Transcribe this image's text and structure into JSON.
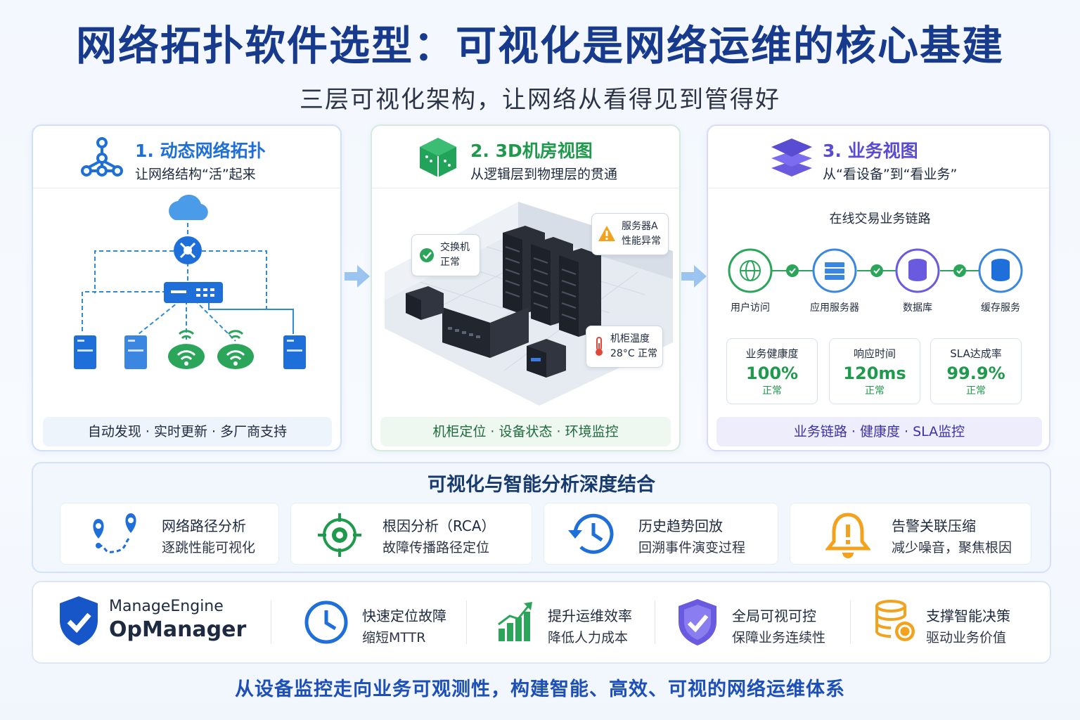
{
  "header": {
    "title": "网络拓扑软件选型：可视化是网络运维的核心基建",
    "subtitle": "三层可视化架构，让网络从看得见到管得好"
  },
  "colors": {
    "primary_blue": "#1e6fd9",
    "green": "#1f9a4c",
    "purple": "#5a4bd3",
    "title_navy": "#173a8c"
  },
  "panel1": {
    "title": "1. 动态网络拓扑",
    "subtitle": "让网络结构“活”起来",
    "icon": "topology-icon",
    "footer": "自动发现 · 实时更新 · 多厂商支持"
  },
  "panel2": {
    "title": "2. 3D机房视图",
    "subtitle": "从逻辑层到物理层的贯通",
    "icon": "cube-icon",
    "callout_switch": {
      "line1": "交换机",
      "line2": "正常"
    },
    "callout_server": {
      "line1": "服务器A",
      "line2": "性能异常"
    },
    "callout_temp": {
      "line1": "机柜温度",
      "line2": "28°C 正常"
    },
    "footer": "机柜定位 · 设备状态 · 环境监控"
  },
  "panel3": {
    "title": "3. 业务视图",
    "subtitle": "从“看设备”到“看业务”",
    "icon": "layers-icon",
    "chain_title": "在线交易业务链路",
    "nodes": [
      {
        "label": "用户访问",
        "icon": "globe-icon"
      },
      {
        "label": "应用服务器",
        "icon": "server-icon"
      },
      {
        "label": "数据库",
        "icon": "database-icon"
      },
      {
        "label": "缓存服务",
        "icon": "cache-icon"
      }
    ],
    "metrics": [
      {
        "label": "业务健康度",
        "value": "100%",
        "status": "正常"
      },
      {
        "label": "响应时间",
        "value": "120ms",
        "status": "正常"
      },
      {
        "label": "SLA达成率",
        "value": "99.9%",
        "status": "正常"
      }
    ],
    "footer": "业务链路 · 健康度 · SLA监控"
  },
  "band": {
    "title": "可视化与智能分析深度结合",
    "features": [
      {
        "title": "网络路径分析",
        "sub": "逐跳性能可视化",
        "icon": "route-pin-icon"
      },
      {
        "title": "根因分析（RCA）",
        "sub": "故障传播路径定位",
        "icon": "target-icon"
      },
      {
        "title": "历史趋势回放",
        "sub": "回溯事件演变过程",
        "icon": "history-icon"
      },
      {
        "title": "告警关联压缩",
        "sub": "减少噪音，聚焦根因",
        "icon": "bell-alert-icon"
      }
    ]
  },
  "brand": {
    "line1": "ManageEngine",
    "line2": "OpManager",
    "icon": "shield-check-icon"
  },
  "benefits": [
    {
      "title": "快速定位故障",
      "sub": "缩短MTTR",
      "icon": "clock-icon"
    },
    {
      "title": "提升运维效率",
      "sub": "降低人力成本",
      "icon": "growth-chart-icon"
    },
    {
      "title": "全局可视可控",
      "sub": "保障业务连续性",
      "icon": "shield-check-icon"
    },
    {
      "title": "支撑智能决策",
      "sub": "驱动业务价值",
      "icon": "coins-icon"
    }
  ],
  "footer": {
    "tagline": "从设备监控走向业务可观测性，构建智能、高效、可视的网络运维体系"
  }
}
